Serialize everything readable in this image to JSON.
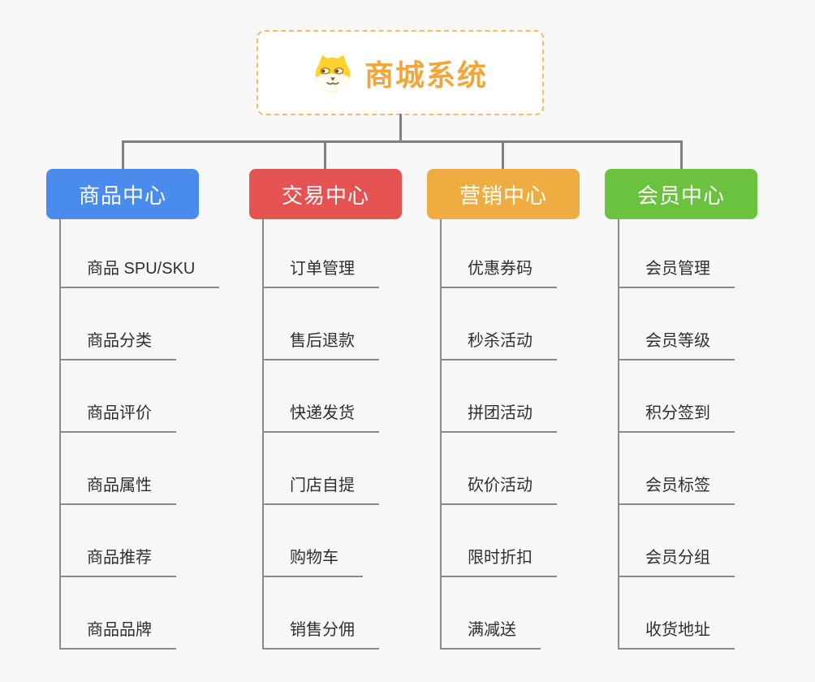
{
  "page": {
    "background_color": "#f7f7f7",
    "connector_color": "#808080",
    "leaf_line_color": "#8a8a8a",
    "leaf_text_color": "#2f2f2f"
  },
  "root": {
    "title": "商城系统",
    "icon": "doge-face-icon",
    "title_color": "#f0a63c",
    "border_color": "#f5bd62"
  },
  "branches": [
    {
      "label": "商品中心",
      "color": "#4a8cee",
      "items": [
        "商品 SPU/SKU",
        "商品分类",
        "商品评价",
        "商品属性",
        "商品推荐",
        "商品品牌"
      ]
    },
    {
      "label": "交易中心",
      "color": "#e45351",
      "items": [
        "订单管理",
        "售后退款",
        "快递发货",
        "门店自提",
        "购物车",
        "销售分佣"
      ]
    },
    {
      "label": "营销中心",
      "color": "#efad41",
      "items": [
        "优惠券码",
        "秒杀活动",
        "拼团活动",
        "砍价活动",
        "限时折扣",
        "满减送"
      ]
    },
    {
      "label": "会员中心",
      "color": "#6bc23f",
      "items": [
        "会员管理",
        "会员等级",
        "积分签到",
        "会员标签",
        "会员分组",
        "收货地址"
      ]
    }
  ]
}
